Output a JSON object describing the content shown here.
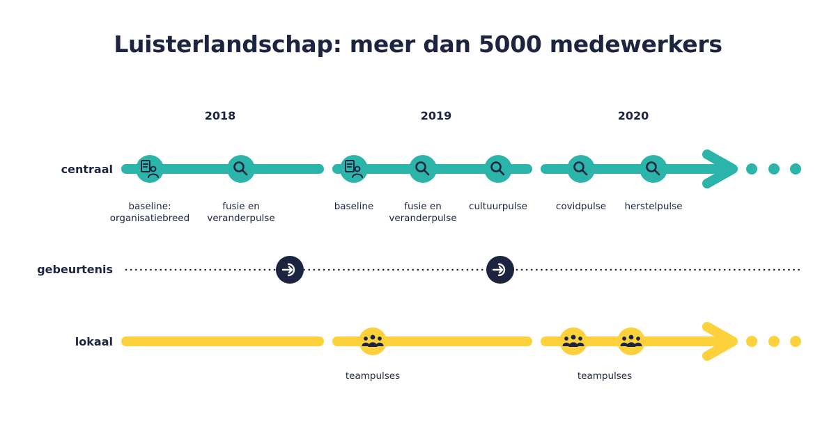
{
  "title": "Luisterlandschap: meer dan 5000 medewerkers",
  "colors": {
    "teal": "#2bb5aa",
    "yellow": "#fdd13c",
    "navy": "#1c2440"
  },
  "years": [
    "2018",
    "2019",
    "2020"
  ],
  "lanes": {
    "centraal": "centraal",
    "gebeurtenis": "gebeurtenis",
    "lokaal": "lokaal"
  },
  "centraal_nodes": [
    {
      "icon": "survey-person-icon",
      "label_lines": [
        "baseline:",
        "organisatiebreed"
      ]
    },
    {
      "icon": "magnifier-icon",
      "label_lines": [
        "fusie en",
        "veranderpulse"
      ]
    },
    {
      "icon": "survey-person-icon",
      "label_lines": [
        "baseline"
      ]
    },
    {
      "icon": "magnifier-icon",
      "label_lines": [
        "fusie en",
        "veranderpulse"
      ]
    },
    {
      "icon": "magnifier-icon",
      "label_lines": [
        "cultuurpulse"
      ]
    },
    {
      "icon": "magnifier-icon",
      "label_lines": [
        "covidpulse"
      ]
    },
    {
      "icon": "magnifier-icon",
      "label_lines": [
        "herstelpulse"
      ]
    }
  ],
  "gebeurtenis_nodes": [
    {
      "icon": "enter-arrow-icon"
    },
    {
      "icon": "enter-arrow-icon"
    }
  ],
  "lokaal_nodes": [
    {
      "icon": "team-icon",
      "label": "teampulses"
    },
    {
      "icon": "team-icon",
      "label": ""
    },
    {
      "icon": "team-icon",
      "label": "teampulses"
    }
  ]
}
